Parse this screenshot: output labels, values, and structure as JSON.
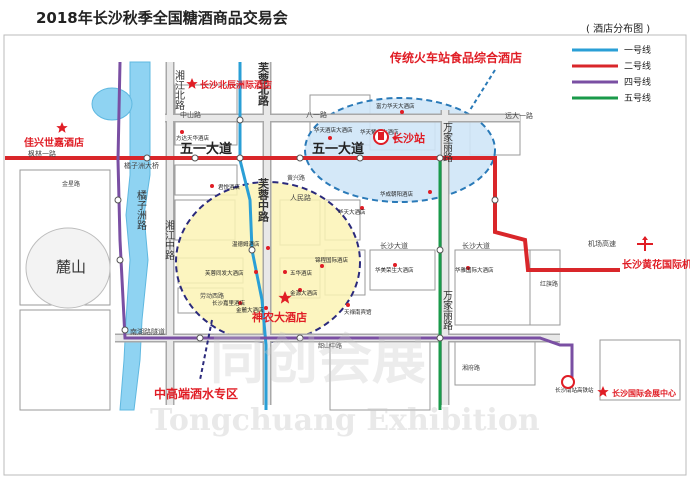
{
  "header": {
    "title": "2018年长沙秋季全国糖酒商品交易会",
    "subtitle": "( 酒店分布图 )"
  },
  "legend": [
    {
      "label": "一号线",
      "color": "#2a9fd6"
    },
    {
      "label": "二号线",
      "color": "#d9262a"
    },
    {
      "label": "四号线",
      "color": "#7a4fa3"
    },
    {
      "label": "五号线",
      "color": "#1a9a4a"
    }
  ],
  "highlights": {
    "railway_zone": "传统火车站食品综合酒店",
    "railway_station": "长沙站",
    "midhigh_zone": "中高端酒水专区",
    "center_hotel": "神农大酒店",
    "north_hotel": "长沙北辰洲际酒店",
    "west_hotel": "佳兴世嘉酒店",
    "airport": "长沙黄花国际机场",
    "expo_center": "长沙国际会展中心",
    "mountain": "麓山"
  },
  "roads": {
    "wuyi_west": "五一大道",
    "wuyi_east": "五一大道",
    "furong_north": "芙蓉北路",
    "furong_middle": "芙蓉中路",
    "xiangjiang_north": "湘江北路",
    "xiangjiang_middle": "湘江中路",
    "juzizhou": "橘子洲路",
    "wanjiali_north": "万家丽路",
    "wanjiali_middle": "万家丽路",
    "zhongshan": "中山路",
    "bayi": "八一路",
    "renmin": "人民路",
    "changsha_ave_w": "长沙大道",
    "changsha_ave_e": "长沙大道",
    "airport_expressway": "机场高速",
    "yuanda": "远大一路",
    "xiangtan_bridge": "南湖路隧道",
    "juzizhou_bridge": "橘子洲大桥",
    "fenglin": "枫林一路",
    "laodong": "劳动西路",
    "shaoshan": "韶山中路",
    "huangxing": "黄兴路",
    "jinxing": "金星路",
    "jiangtou": "红旗路",
    "xiangzhang": "湘府路"
  },
  "hotels": [
    {
      "name": "富力华天大酒店"
    },
    {
      "name": "华天酒店大酒店"
    },
    {
      "name": "华天紫东大酒店"
    },
    {
      "name": "华成朝阳酒店"
    },
    {
      "name": "华天大酒店"
    },
    {
      "name": "方达天华酒店"
    },
    {
      "name": "君悦酒店"
    },
    {
      "name": "温德姆酒店"
    },
    {
      "name": "芙蓉同发大酒店"
    },
    {
      "name": "五华酒店"
    },
    {
      "name": "锦程国际酒店"
    },
    {
      "name": "金源大酒店"
    },
    {
      "name": "金麓大酒店"
    },
    {
      "name": "长沙嘉里酒店"
    },
    {
      "name": "天禄南宾馆"
    },
    {
      "name": "华美荣生大酒店"
    },
    {
      "name": "华雅国际大酒店"
    },
    {
      "name": "长沙南站高铁站"
    }
  ],
  "watermark": {
    "brand": "同创会展",
    "english": "Tongchuang Exhibition"
  },
  "colors": {
    "line1": "#2a9fd6",
    "line2": "#d9262a",
    "line4": "#7a4fa3",
    "line5": "#1a9a4a",
    "river": "#8fd3f2",
    "zone_yellow": "#fbf3b5",
    "zone_blue": "#cfe6f7",
    "accent_red": "#e01d25"
  }
}
